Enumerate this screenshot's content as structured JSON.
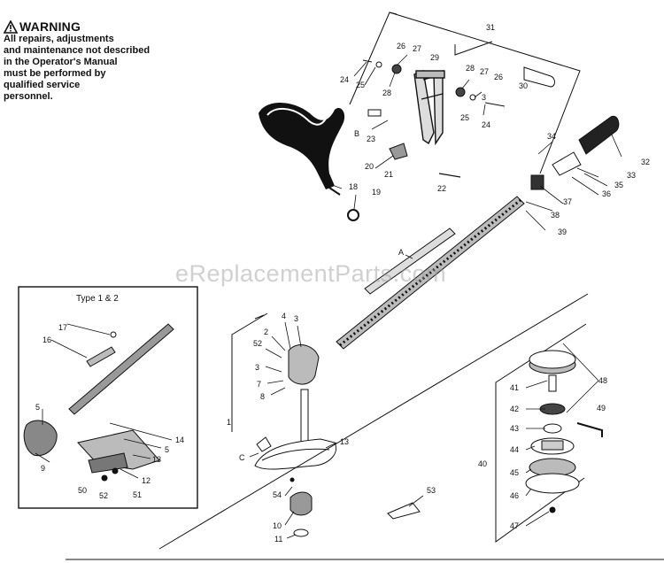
{
  "warning": {
    "title": "WARNING",
    "lines": [
      "All repairs, adjustments",
      "and maintenance not described",
      "in the Operator's Manual",
      "must be performed by",
      "qualified service",
      "personnel."
    ]
  },
  "inset": {
    "title": "Type 1 & 2"
  },
  "watermark": "eReplacementParts.com",
  "callouts": {
    "c31": "31",
    "c24a": "24",
    "c25a": "25",
    "c26a": "26",
    "c27a": "27",
    "c28a": "28",
    "c29": "29",
    "c28b": "28",
    "c27b": "27",
    "c26b": "26",
    "c3a": "3",
    "c25b": "25",
    "c24b": "24",
    "c30": "30",
    "cB": "B",
    "c23": "23",
    "c20": "20",
    "c21": "21",
    "c22": "22",
    "c18": "18",
    "c19": "19",
    "c34": "34",
    "c32": "32",
    "c33": "33",
    "c35": "35",
    "c36": "36",
    "c37": "37",
    "c38": "38",
    "c39": "39",
    "cA": "A",
    "c17": "17",
    "c16": "16",
    "c5a": "5",
    "c14": "14",
    "c5b": "5",
    "c13a": "13",
    "c12": "12",
    "c9": "9",
    "c50": "50",
    "c52a": "52",
    "c51": "51",
    "c4": "4",
    "c3b": "3",
    "c2": "2",
    "c52b": "52",
    "c3c": "3",
    "c7": "7",
    "c8": "8",
    "c1": "1",
    "c13b": "13",
    "cC": "C",
    "c54": "54",
    "c10": "10",
    "c11": "11",
    "c53": "53",
    "c41": "41",
    "c48": "48",
    "c42": "42",
    "c49": "49",
    "c43": "43",
    "c40": "40",
    "c44": "44",
    "c45": "45",
    "c46": "46",
    "c47": "47"
  }
}
